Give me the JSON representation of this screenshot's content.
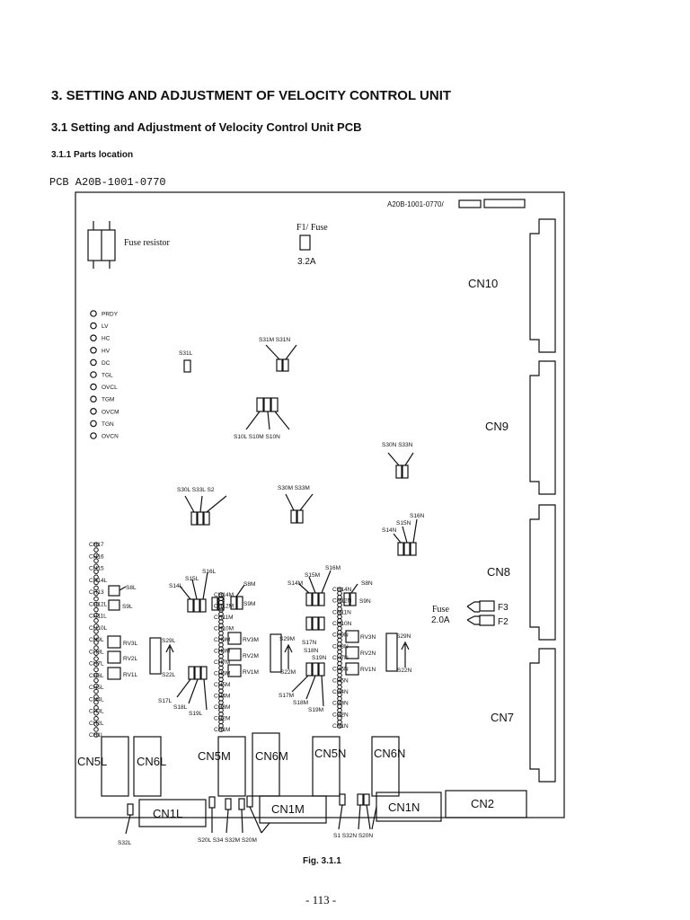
{
  "heading": {
    "section": "3.  SETTING AND ADJUSTMENT OF VELOCITY CONTROL UNIT",
    "subsection": "3.1  Setting and Adjustment of Velocity Control Unit PCB",
    "subsubsection": "3.1.1   Parts location",
    "pcb_number": "PCB A20B-1001-0770"
  },
  "board": {
    "part_label": "A20B-1001-0770/",
    "fuse_resistor": "Fuse resistor",
    "fuse_f1_label": "F1/ Fuse",
    "fuse_f1_rating": "3.2A",
    "fuse_f23_label": "Fuse",
    "fuse_f23_rating": "2.0A",
    "f3": "F3",
    "f2": "F2",
    "leds": [
      "PRDY",
      "LV",
      "HC",
      "HV",
      "DC",
      "TGL",
      "OVCL",
      "TGM",
      "OVCM",
      "TGN",
      "OVCN"
    ],
    "connectors_right": [
      "CN10",
      "CN9",
      "CN8",
      "CN7"
    ],
    "connectors_mid": [
      "CN5L",
      "CN6L",
      "CN5M",
      "CN6M",
      "CN5N",
      "CN6N"
    ],
    "connectors_bottom": [
      "CN1L",
      "CN1M",
      "CN1N",
      "CN2"
    ],
    "switches": {
      "s31l": "S31L",
      "s31m_n": "S31M  S31N",
      "s10": "S10L  S10M  S10N",
      "s30n_s33n": "S30N S33N",
      "s30l_s33l_s2": "S30L S33L S2",
      "s30m_s33m": "S30M S33M",
      "s16n": "S16N",
      "s15n": "S15N",
      "s14n": "S14N",
      "s8l": "S8L",
      "s9l": "S9L",
      "s16l": "S16L",
      "s15l": "S15L",
      "s14l": "S14L",
      "s8m": "S8M",
      "s9m": "S9M",
      "s16m": "S16M",
      "s15m": "S15M",
      "s14m": "S14M",
      "s8n": "S8N",
      "s9n": "S9N",
      "rv3l": "RV3L",
      "rv2l": "RV2L",
      "rv1l": "RV1L",
      "s29l": "S29L",
      "s22l": "S22L",
      "rv3m": "RV3M",
      "rv2m": "RV2M",
      "rv1m": "RV1M",
      "s29m": "S29M",
      "s22m": "S22M",
      "rv3n": "RV3N",
      "rv2n": "RV2N",
      "rv1n": "RV1N",
      "s29n": "S29N",
      "s22n": "S22N",
      "s17l": "S17L",
      "s18l": "S18L",
      "s19l": "S19L",
      "s17m": "S17M",
      "s18m": "S18M",
      "s19m": "S19M",
      "s17n": "S17N",
      "s18n": "S18N",
      "s19n": "S19N",
      "s32l": "S32L",
      "bottom_l": "S20L S34  S32M S20M",
      "bottom_n": "S1   S32N S20N"
    },
    "ch_left": [
      "CH17",
      "CH16",
      "CH15",
      "CH14L",
      "CH13",
      "CH12L",
      "CH11L",
      "CH10L",
      "CH9L",
      "CH8L",
      "CH7L",
      "CH6L",
      "CH5L",
      "CH4L",
      "CH3L",
      "CH2L",
      "CH1L"
    ],
    "ch_mid": [
      "CH14M",
      "CH12M",
      "CH11M",
      "CH10M",
      "CH9M",
      "CH8M",
      "CH7M",
      "CH6M",
      "CH5M",
      "CH4M",
      "CH3M",
      "CH2M",
      "CH1M"
    ],
    "ch_right": [
      "CH14N",
      "CH12N",
      "CH11N",
      "CH10N",
      "CH9N",
      "CH8N",
      "CH7N",
      "CH6N",
      "CH5N",
      "CH4N",
      "CH3N",
      "CH2N",
      "CH1N"
    ]
  },
  "caption": "Fig. 3.1.1",
  "page_number": "- 113 -"
}
